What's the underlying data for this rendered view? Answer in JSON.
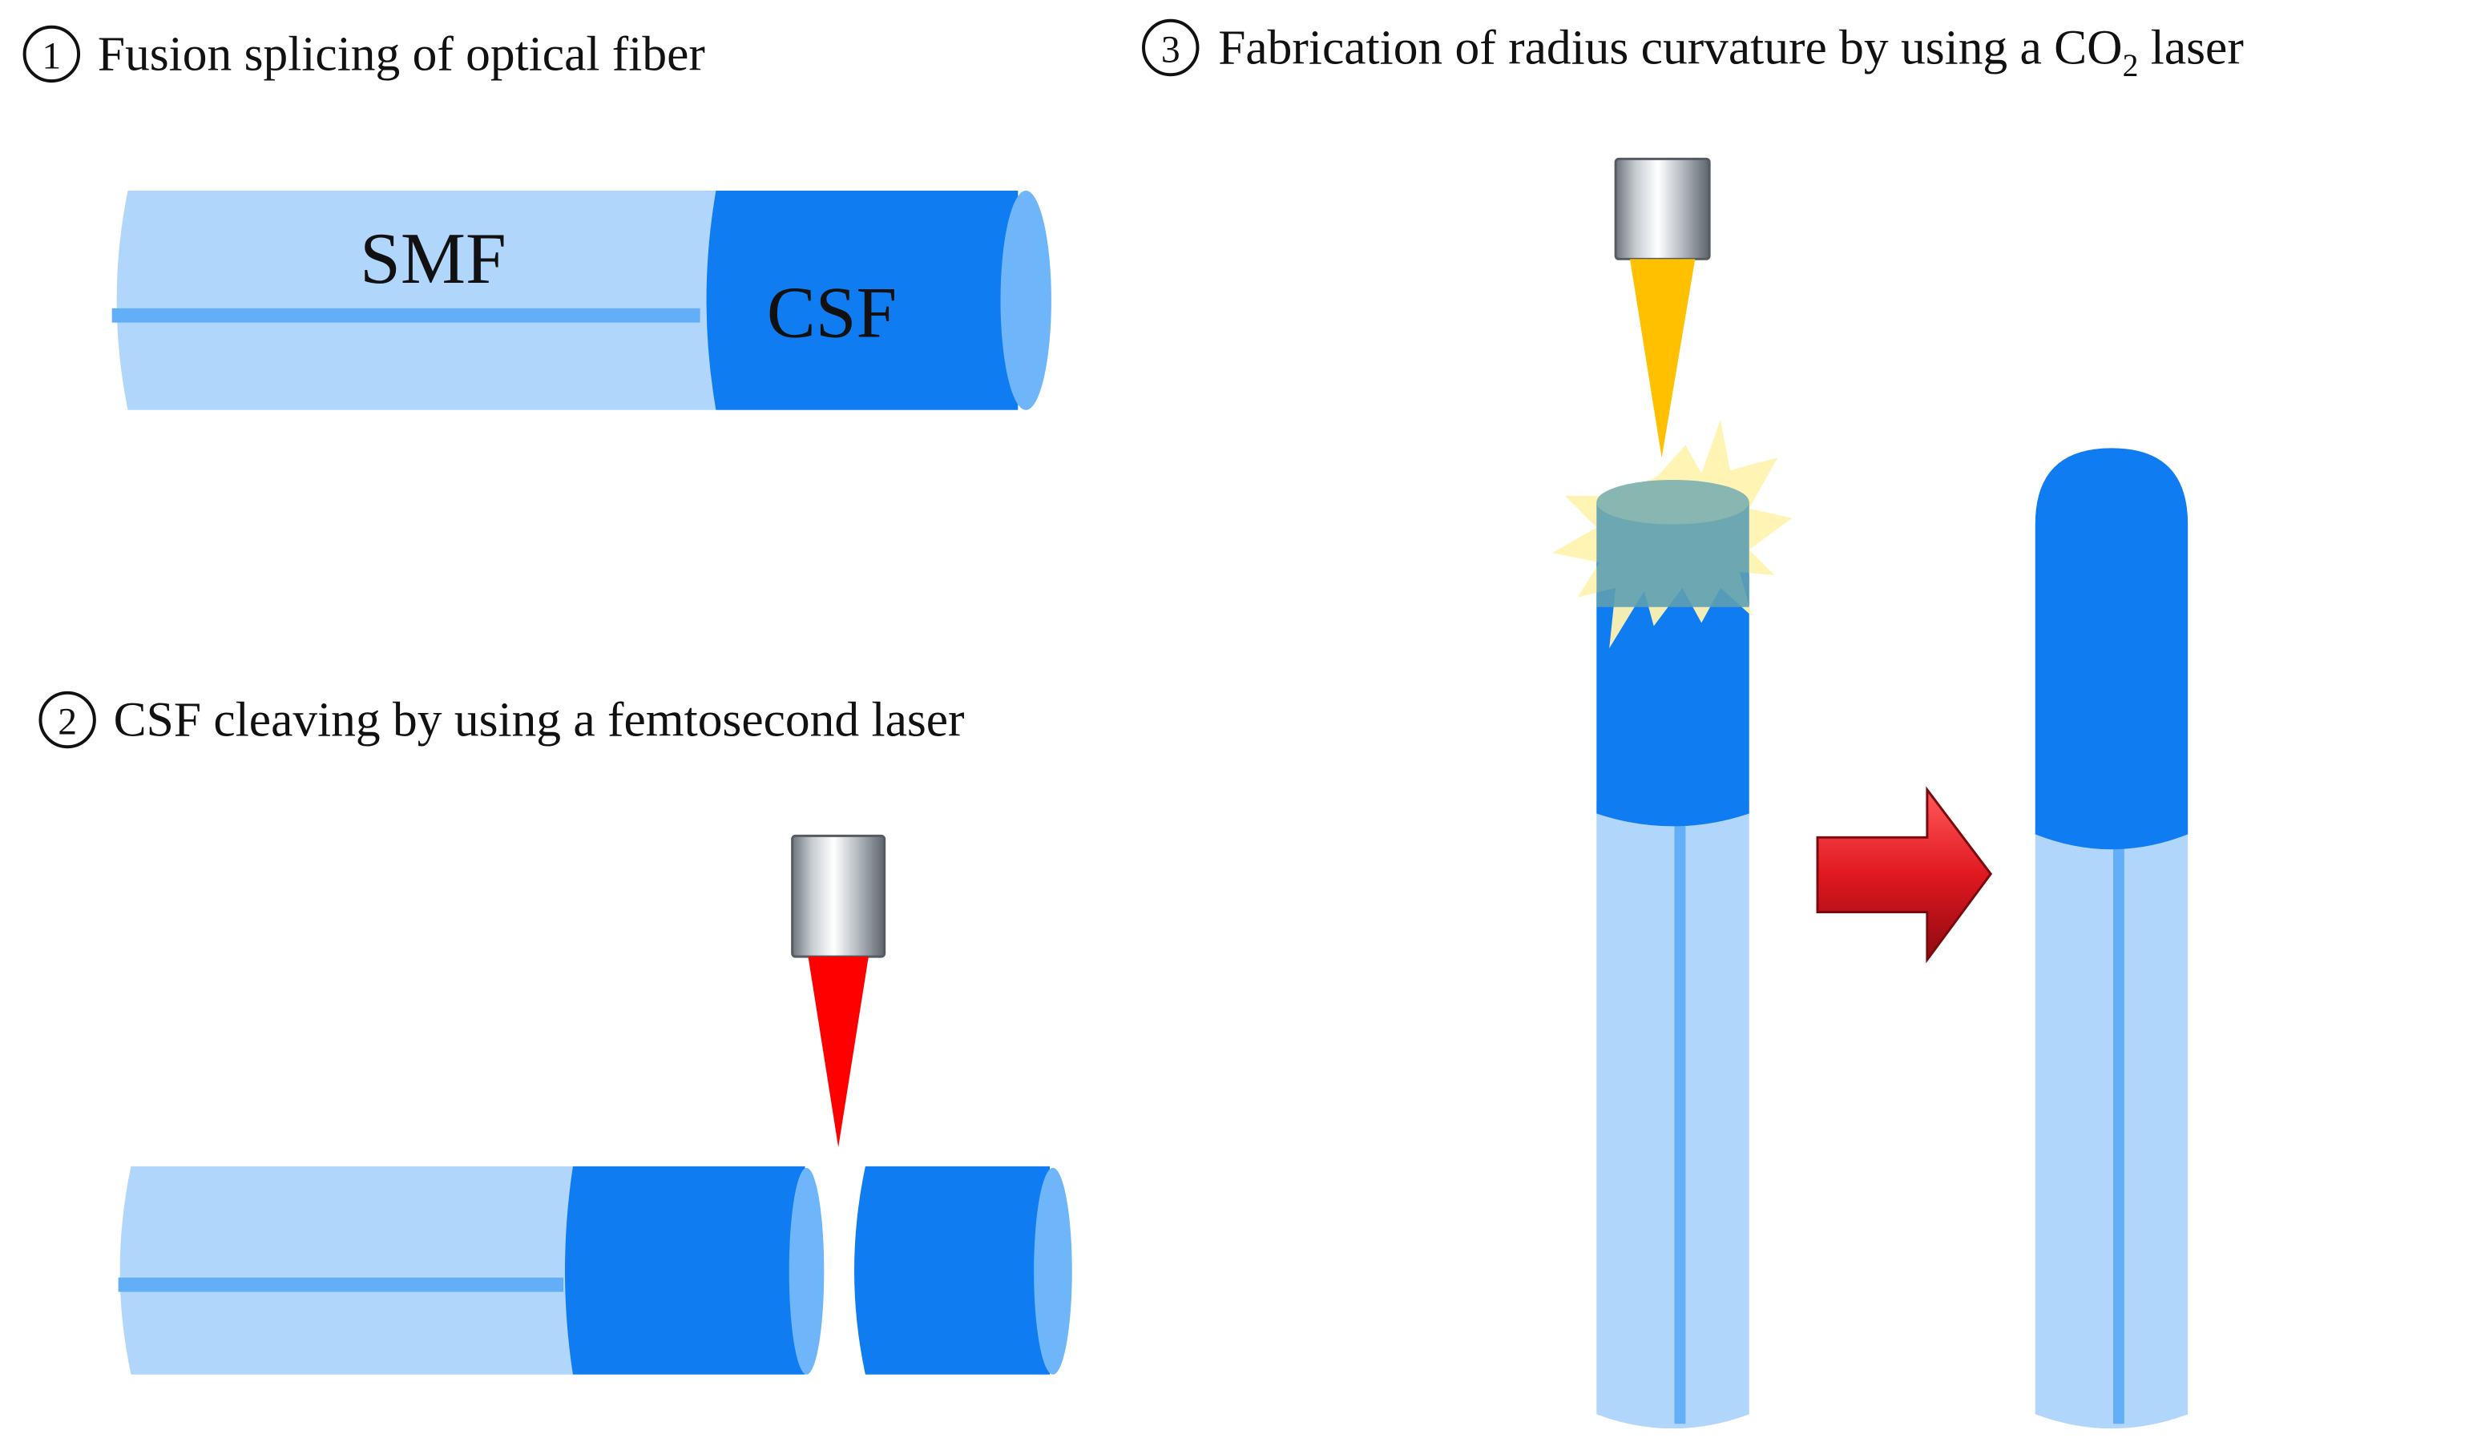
{
  "steps": [
    {
      "number": "1",
      "title": "Fusion splicing of optical fiber"
    },
    {
      "number": "2",
      "title": "CSF cleaving by using a femtosecond laser"
    },
    {
      "number": "3",
      "title_before": "Fabrication of radius curvature by using a CO",
      "title_subscript": "2",
      "title_after": " laser"
    }
  ],
  "labels": {
    "smf": "SMF",
    "csf": "CSF"
  },
  "colors": {
    "smf_cladding": "#b0d6fc",
    "smf_core": "#62aef7",
    "smf_end": "#d4e9fd",
    "csf_body": "#0f7cf2",
    "csf_end": "#6fb5fa",
    "femtosecond_beam": "#ff0000",
    "co2_beam": "#ffc000",
    "flash": "#fff3b0",
    "heated_zone": "#5e9fb0",
    "arrow": "#d8121a",
    "lens_housing": "#8e969e"
  },
  "icons": [
    "lens-objective-icon",
    "laser-beam-icon",
    "flash-burst-icon",
    "right-arrow-icon"
  ]
}
